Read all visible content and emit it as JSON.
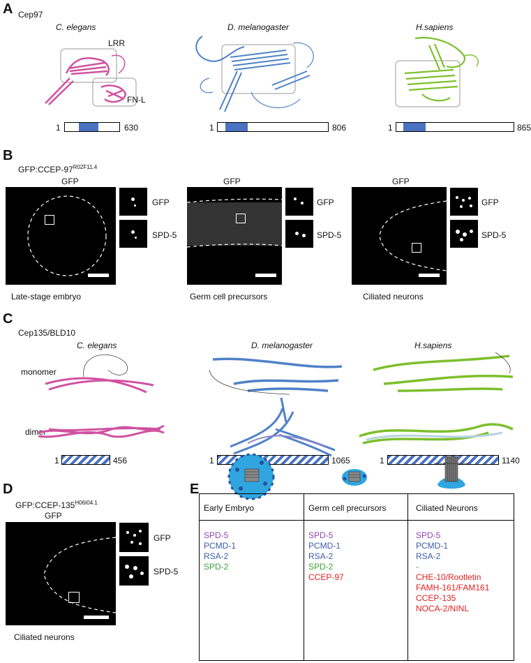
{
  "panel_a": {
    "letter": "A",
    "protein": "Cep97",
    "species": [
      "C. elegans",
      "D. melanogaster",
      "H.sapiens"
    ],
    "domain_lrr": "LRR",
    "domain_fnl": "FN-L",
    "bars": [
      {
        "start": "1",
        "end": "630",
        "domain_from": 0.25,
        "domain_to": 0.62
      },
      {
        "start": "1",
        "end": "806",
        "domain_from": 0.07,
        "domain_to": 0.27
      },
      {
        "start": "1",
        "end": "865",
        "domain_from": 0.06,
        "domain_to": 0.25
      }
    ],
    "colors": {
      "celegans": "#d052a0",
      "dmel": "#4f81c7",
      "hsap": "#7cbf2c"
    }
  },
  "panel_b": {
    "letter": "B",
    "construct": "GFP:CCEP-97",
    "superscript": "R02F11.4",
    "images": [
      {
        "title": "GFP",
        "inset1": "GFP",
        "inset2": "SPD-5",
        "caption": "Late-stage embryo"
      },
      {
        "title": "GFP",
        "inset1": "GFP",
        "inset2": "SPD-5",
        "caption": "Germ cell precursors"
      },
      {
        "title": "GFP",
        "inset1": "GFP",
        "inset2": "SPD-5",
        "caption": "Ciliated neurons"
      }
    ]
  },
  "panel_c": {
    "letter": "C",
    "protein": "Cep135/BLD10",
    "species": [
      "C. elegans",
      "D. melanogaster",
      "H.sapiens"
    ],
    "row_monomer": "monomer",
    "row_dimer": "dimer",
    "bars": [
      {
        "start": "1",
        "end": "456"
      },
      {
        "start": "1",
        "end": "1065"
      },
      {
        "start": "1",
        "end": "1140"
      }
    ]
  },
  "panel_d": {
    "letter": "D",
    "construct": "GFP:CCEP-135",
    "superscript": "H06I04.1",
    "title": "GFP",
    "inset1": "GFP",
    "inset2": "SPD-5",
    "caption": "Ciliated neurons"
  },
  "panel_e": {
    "letter": "E",
    "columns": [
      {
        "header": "Early Embryo",
        "proteins": [
          {
            "name": "SPD-5",
            "color": "#8e44ad"
          },
          {
            "name": "PCMD-1",
            "color": "#3b5ba8"
          },
          {
            "name": "RSA-2",
            "color": "#3b5ba8"
          },
          {
            "name": "SPD-2",
            "color": "#3aa335"
          }
        ]
      },
      {
        "header": "Germ cell precursors",
        "proteins": [
          {
            "name": "SPD-5",
            "color": "#8e44ad"
          },
          {
            "name": "PCMD-1",
            "color": "#3b5ba8"
          },
          {
            "name": "RSA-2",
            "color": "#3b5ba8"
          },
          {
            "name": "SPD-2",
            "color": "#3aa335"
          },
          {
            "name": "CCEP-97",
            "color": "#e02020"
          }
        ]
      },
      {
        "header": "Ciliated Neurons",
        "proteins": [
          {
            "name": "SPD-5",
            "color": "#8e44ad"
          },
          {
            "name": "PCMD-1",
            "color": "#3b5ba8"
          },
          {
            "name": "RSA-2",
            "color": "#3b5ba8"
          },
          {
            "name": "-",
            "color": "#3aa335"
          },
          {
            "name": "CHE-10/Rootletin",
            "color": "#e02020"
          },
          {
            "name": "FAMH-161/FAM161",
            "color": "#e02020"
          },
          {
            "name": "CCEP-135",
            "color": "#e02020"
          },
          {
            "name": "NOCA-2/NINL",
            "color": "#e02020"
          }
        ]
      }
    ]
  }
}
